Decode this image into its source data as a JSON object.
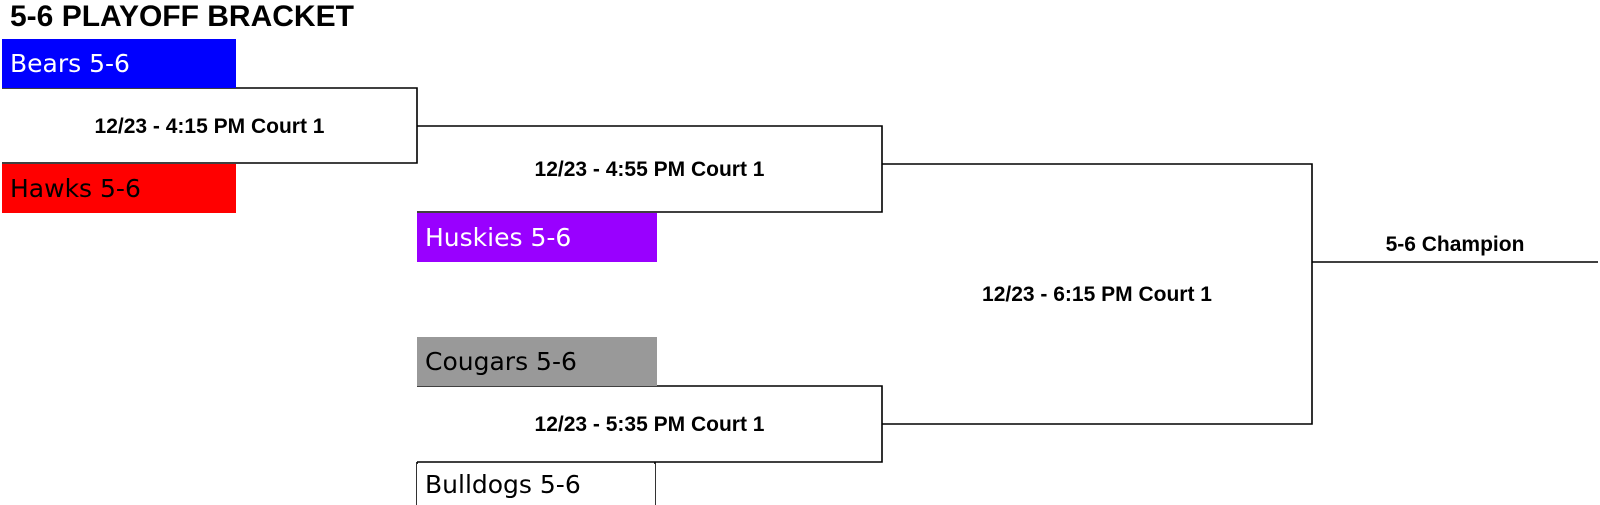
{
  "title": "5-6 PLAYOFF BRACKET",
  "teams": [
    {
      "name": "Bears 5-6",
      "color": "#0000ff",
      "text_color": "#ffffff"
    },
    {
      "name": "Hawks 5-6",
      "color": "#ff0000",
      "text_color": "#000000"
    },
    {
      "name": "Huskies 5-6",
      "color": "#9900ff",
      "text_color": "#ffffff"
    },
    {
      "name": "Cougars 5-6",
      "color": "#999999",
      "text_color": "#000000"
    },
    {
      "name": "Bulldogs 5-6",
      "color": "#ffffff",
      "text_color": "#000000"
    }
  ],
  "games": [
    {
      "label": "12/23 - 4:15 PM Court 1"
    },
    {
      "label": "12/23 - 4:55 PM Court 1"
    },
    {
      "label": "12/23 - 5:35 PM Court 1"
    },
    {
      "label": "12/23 - 6:15 PM Court 1"
    }
  ],
  "champion_label": "5-6 Champion"
}
